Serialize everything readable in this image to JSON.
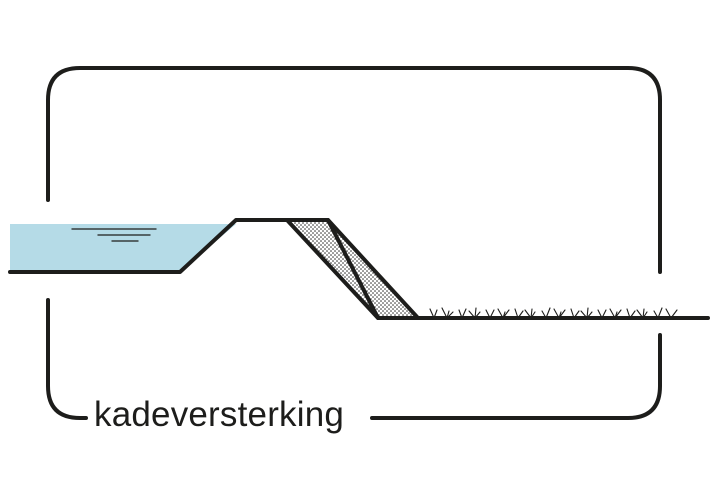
{
  "diagram": {
    "caption": "kadeversterking"
  },
  "colors": {
    "stroke": "#1d1d1b",
    "water": "#b5dbe7",
    "reinforcement_fill": "#ffffff",
    "reinforcement_dots": "#1d1d1b",
    "background": "#ffffff"
  },
  "icons": {
    "water": "water-body",
    "wave": "water-wave-lines",
    "quay": "quay-embankment",
    "reinforcement": "dotted-reinforcement-fill",
    "grass": "grass-tufts"
  }
}
